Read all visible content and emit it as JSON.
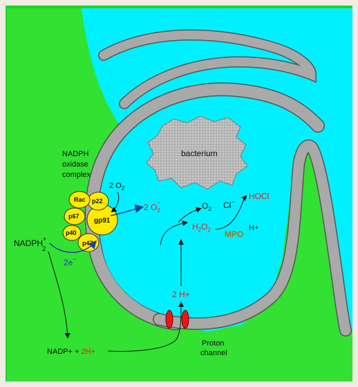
{
  "labels": {
    "bacterium": "bacterium",
    "complex_line1": "NADPH",
    "complex_line2": "oxidase",
    "complex_line3": "complex",
    "subunit_rac": "Rac",
    "subunit_p22": "p22",
    "subunit_p67": "p67",
    "subunit_p40": "p40",
    "subunit_p47": "p47",
    "subunit_gp91": "gp91",
    "o2_in_coef": "2 O",
    "o2_in_sub": "2",
    "superoxide_coef": "2 O",
    "superoxide_sub": "2",
    "superoxide_sup": "−",
    "o2_out_main": "O",
    "o2_out_sub": "2",
    "h2o2_a": "H",
    "h2o2_sub1": "2",
    "h2o2_b": "O",
    "h2o2_sub2": "2",
    "chloride_main": "Cl",
    "chloride_sup": "−",
    "hocl": "HOCl",
    "mpo": "MPO",
    "h_plus": "H+",
    "two_h_plus": "2 H+",
    "nadph_main": "NADPH",
    "nadph_sup": "+",
    "nadph_sub": "2",
    "electrons_main": "2e",
    "electrons_sup": "−",
    "nadp_product": "NADP+ + ",
    "nadp_h": "2H+",
    "proton_line1": "Proton",
    "proton_line2": "channel"
  },
  "colors": {
    "background": "#f1ede6",
    "cytoplasm": "#32e132",
    "vacuole": "#00f0ff",
    "membrane": "#a9a9a9",
    "subunit": "#ffea00",
    "proton_channel": "#e81818",
    "red_text": "#e02020",
    "olive_text": "#9a7a1a",
    "electron_arrow": "#1f3ea8"
  }
}
